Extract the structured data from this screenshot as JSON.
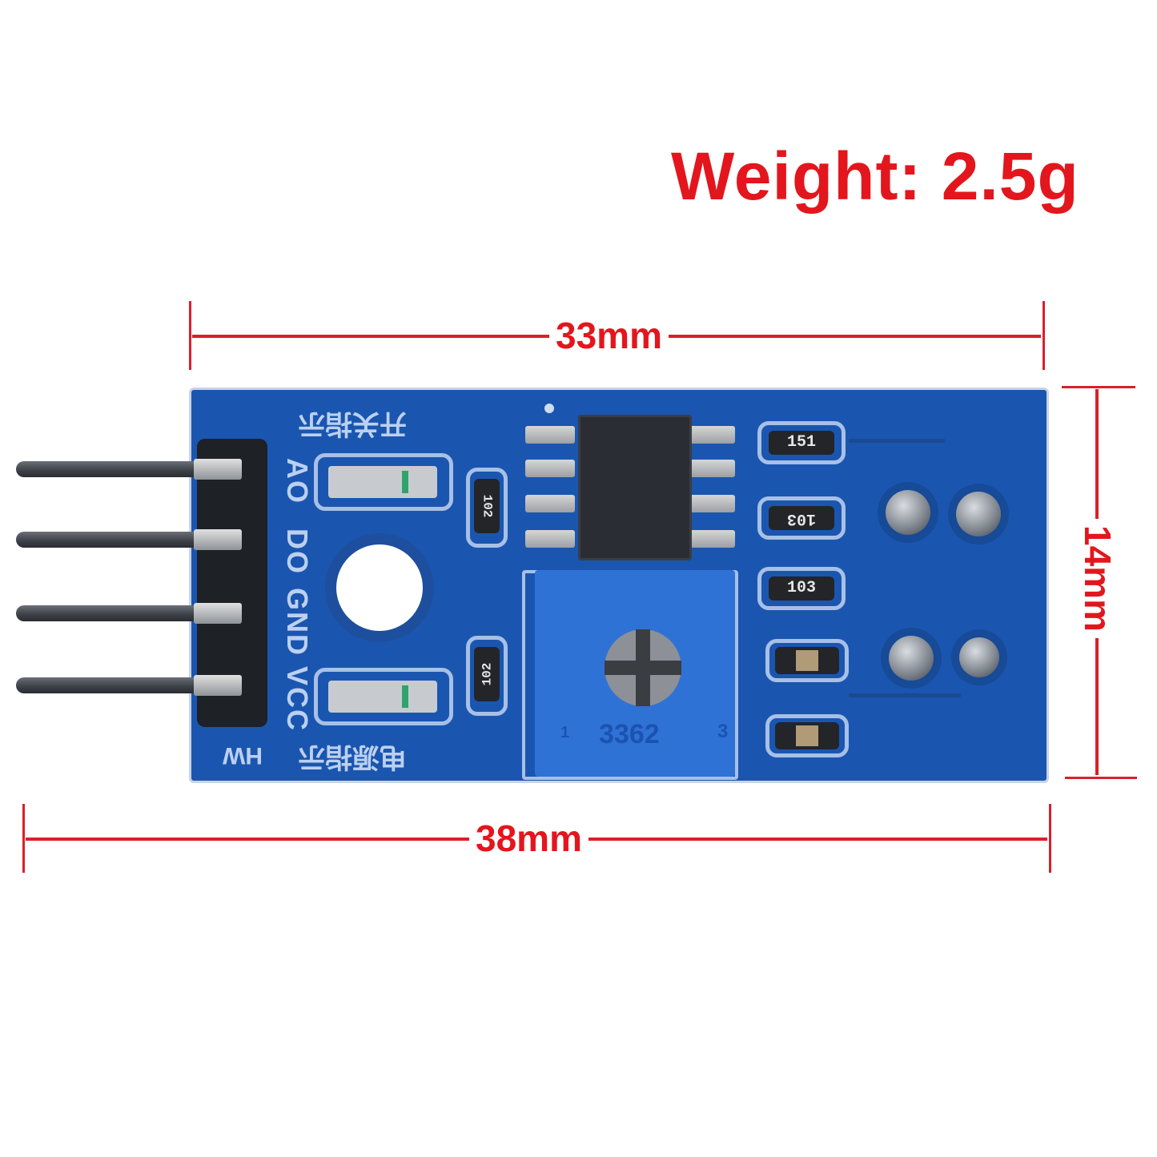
{
  "title": "Weight: 2.5g",
  "dimensions": {
    "pcb_width": "33mm",
    "total_length": "38mm",
    "height": "14mm"
  },
  "pcb": {
    "pin_labels": [
      "AO",
      "DO",
      "GND",
      "VCC"
    ],
    "brand_mark": "HW",
    "silk_top": "开关指示",
    "silk_bottom": "电源指示",
    "resistors": [
      "102",
      "102",
      "151",
      "103",
      "103"
    ],
    "potentiometer": {
      "model": "3362",
      "pin1": "1",
      "pin3": "3"
    }
  },
  "colors": {
    "annotation": "#e3161d",
    "pcb": "#1a56b0",
    "potentiometer": "#2f72d6"
  }
}
